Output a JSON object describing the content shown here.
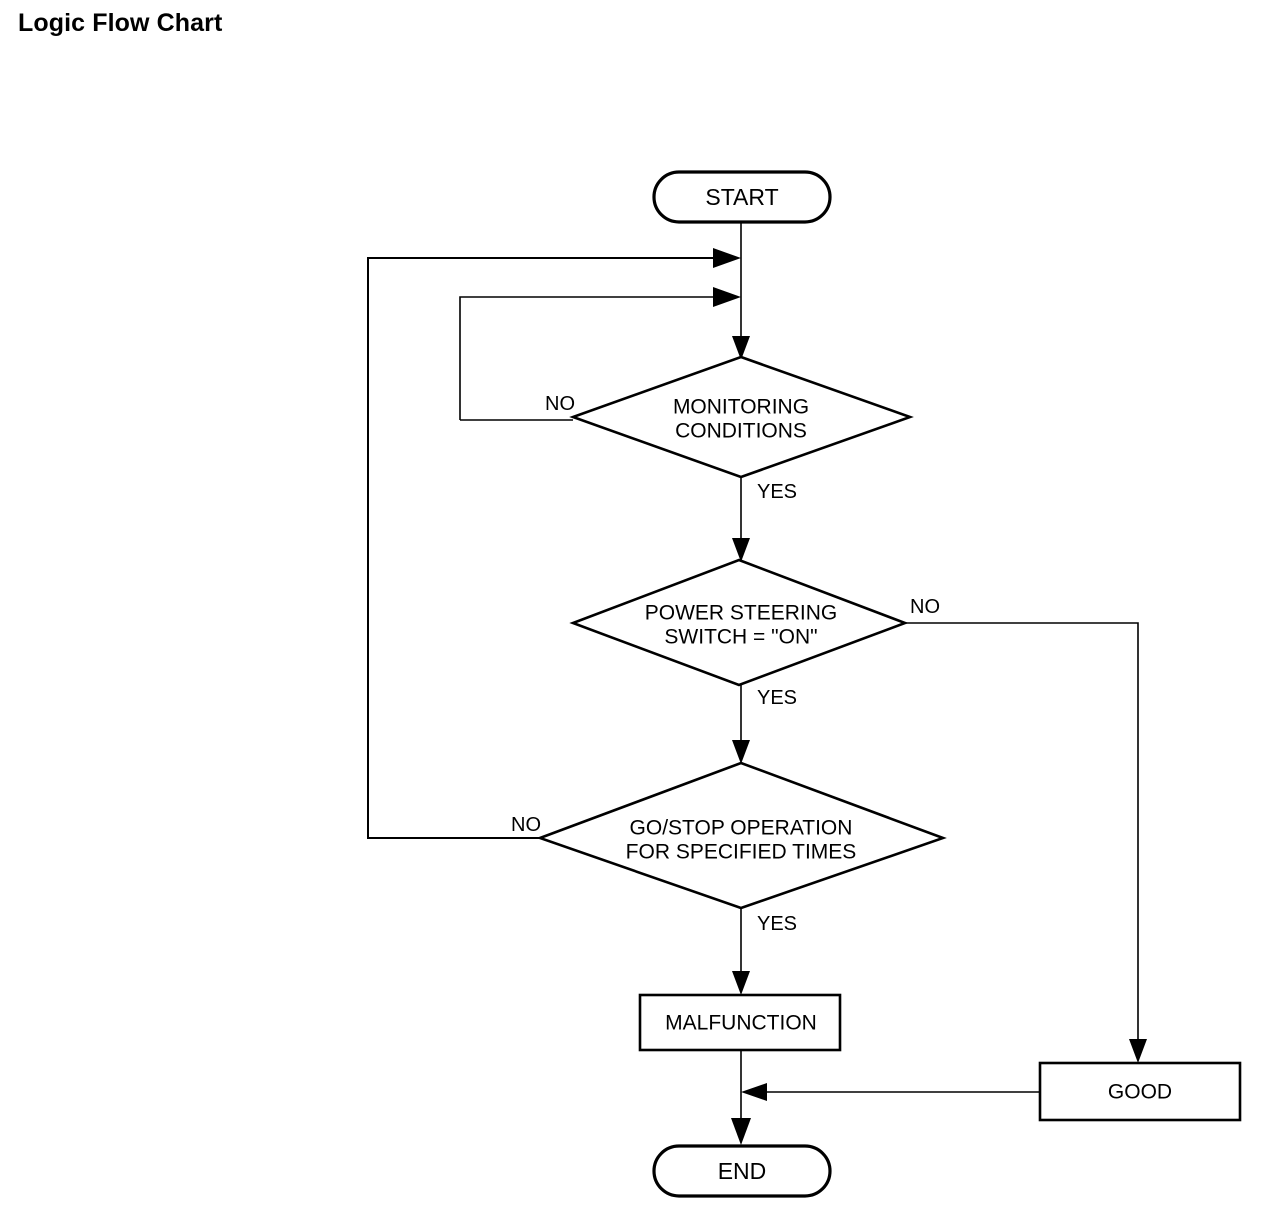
{
  "page": {
    "title": "Logic Flow Chart",
    "background_color": "#ffffff",
    "ink_color": "#000000"
  },
  "chart_data": {
    "type": "diagram",
    "diagram_kind": "flowchart",
    "title": "Logic Flow Chart",
    "orientation": "top-to-bottom",
    "nodes": [
      {
        "id": "start",
        "shape": "terminator",
        "label": "START"
      },
      {
        "id": "monitoring",
        "shape": "decision",
        "label_line1": "MONITORING",
        "label_line2": "CONDITIONS"
      },
      {
        "id": "switch",
        "shape": "decision",
        "label_line1": "POWER STEERING",
        "label_line2": "SWITCH = \"ON\""
      },
      {
        "id": "gostop",
        "shape": "decision",
        "label_line1": "GO/STOP OPERATION",
        "label_line2": "FOR SPECIFIED TIMES"
      },
      {
        "id": "malfunction",
        "shape": "process",
        "label": "MALFUNCTION"
      },
      {
        "id": "good",
        "shape": "process",
        "label": "GOOD"
      },
      {
        "id": "end",
        "shape": "terminator",
        "label": "END"
      }
    ],
    "edges": [
      {
        "from": "start",
        "to": "monitoring",
        "label": ""
      },
      {
        "from": "monitoring",
        "to": "switch",
        "label": "YES"
      },
      {
        "from": "monitoring",
        "to": "monitoring",
        "label": "NO",
        "route": "loop-left-inner"
      },
      {
        "from": "switch",
        "to": "gostop",
        "label": "YES"
      },
      {
        "from": "switch",
        "to": "good",
        "label": "NO",
        "route": "right-down"
      },
      {
        "from": "gostop",
        "to": "malfunction",
        "label": "YES"
      },
      {
        "from": "gostop",
        "to": "monitoring",
        "label": "NO",
        "route": "loop-left-outer"
      },
      {
        "from": "malfunction",
        "to": "end",
        "label": ""
      },
      {
        "from": "good",
        "to": "end",
        "label": ""
      }
    ]
  },
  "labels": {
    "start": "START",
    "monitoring_line1": "MONITORING",
    "monitoring_line2": "CONDITIONS",
    "monitoring_no": "NO",
    "monitoring_yes": "YES",
    "switch_line1": "POWER STEERING",
    "switch_line2": "SWITCH = \"ON\"",
    "switch_no": "NO",
    "switch_yes": "YES",
    "gostop_line1": "GO/STOP OPERATION",
    "gostop_line2": "FOR SPECIFIED TIMES",
    "gostop_no": "NO",
    "gostop_yes": "YES",
    "malfunction": "MALFUNCTION",
    "good": "GOOD",
    "end": "END"
  }
}
